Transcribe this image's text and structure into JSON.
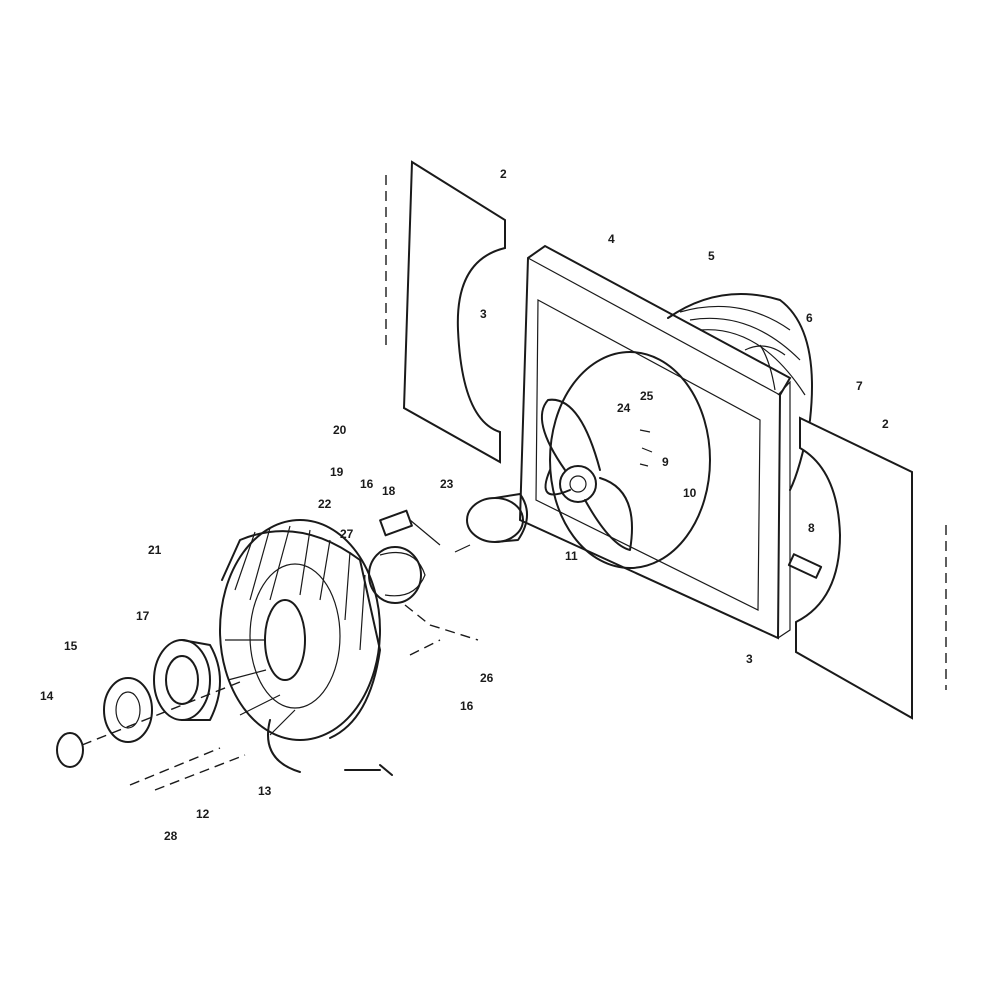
{
  "diagram": {
    "callouts": [
      "2",
      "2",
      "3",
      "3",
      "4",
      "5",
      "6",
      "7",
      "8",
      "9",
      "10",
      "11",
      "12",
      "13",
      "14",
      "15",
      "16",
      "16",
      "17",
      "18",
      "19",
      "20",
      "21",
      "22",
      "23",
      "24",
      "25",
      "26",
      "27",
      "28"
    ]
  }
}
